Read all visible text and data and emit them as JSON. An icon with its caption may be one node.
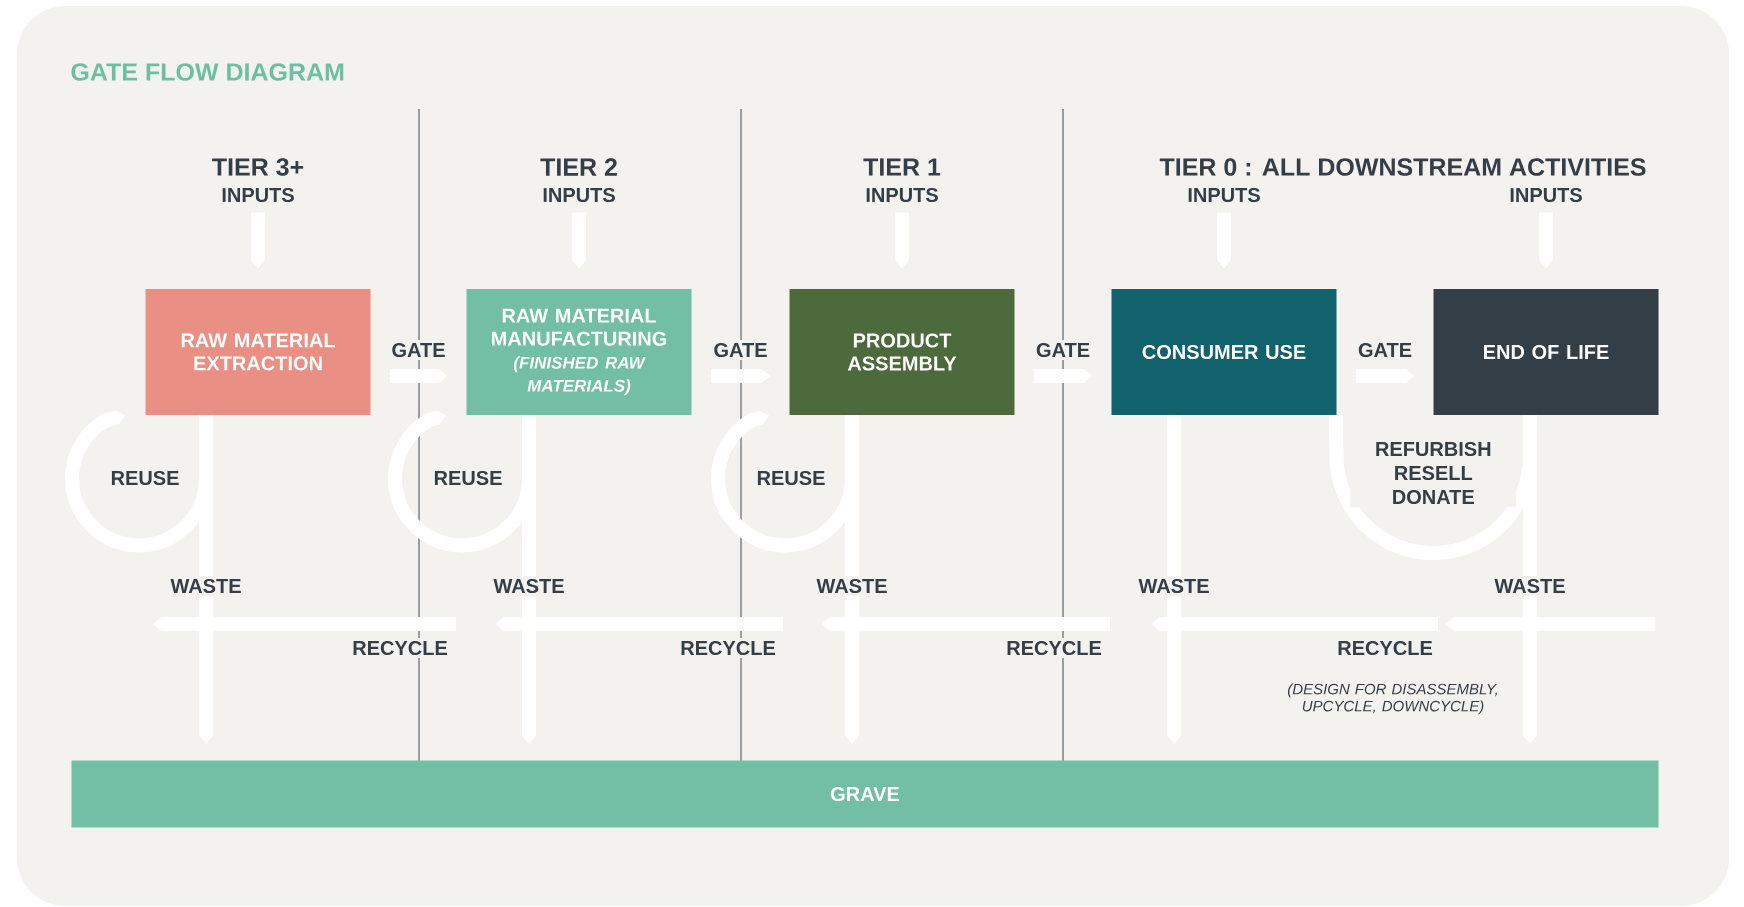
{
  "diagram": {
    "title": "GATE FLOW DIAGRAM",
    "nodes": [
      {
        "text": [
          "RAW MATERIAL EXTRACTION"
        ]
      },
      {
        "text": [
          "RAW MATERIAL MANUFACTURING",
          "(FINISHED RAW MATERIALS)"
        ]
      },
      {
        "text": [
          "PRODUCT ASSEMBLY"
        ]
      },
      {
        "text": [
          "CONSUMER USE"
        ]
      },
      {
        "text": [
          "END OF LIFE"
        ]
      },
      {
        "text": [
          "GRAVE"
        ]
      },
      {
        "text": [
          "INPUTS"
        ]
      },
      {
        "text": [
          "INPUTS"
        ]
      },
      {
        "text": [
          "INPUTS"
        ]
      },
      {
        "text": [
          "INPUTS"
        ]
      },
      {
        "text": [
          "INPUTS"
        ]
      }
    ],
    "edges": [
      {
        "from": 0,
        "to": 1,
        "arrow": "to",
        "label": "GATE"
      },
      {
        "from": 1,
        "to": 2,
        "arrow": "to",
        "label": "GATE"
      },
      {
        "from": 2,
        "to": 3,
        "arrow": "to",
        "label": "GATE"
      },
      {
        "from": 3,
        "to": 4,
        "arrow": "to",
        "label": "GATE"
      },
      {
        "from": 6,
        "to": 0,
        "arrow": "to"
      },
      {
        "from": 7,
        "to": 1,
        "arrow": "to"
      },
      {
        "from": 8,
        "to": 2,
        "arrow": "to"
      },
      {
        "from": 9,
        "to": 3,
        "arrow": "to"
      },
      {
        "from": 10,
        "to": 4,
        "arrow": "to"
      },
      {
        "from": 0,
        "to": 0,
        "arrow": "to",
        "label": "REUSE"
      },
      {
        "from": 1,
        "to": 1,
        "arrow": "to",
        "label": "REUSE"
      },
      {
        "from": 2,
        "to": 2,
        "arrow": "to",
        "label": "REUSE"
      },
      {
        "from": 4,
        "to": 3,
        "arrow": "none",
        "label": "REFURBISH RESELL DONATE"
      },
      {
        "from": 0,
        "to": 5,
        "arrow": "to",
        "label": "WASTE"
      },
      {
        "from": 1,
        "to": 5,
        "arrow": "to",
        "label": "WASTE"
      },
      {
        "from": 2,
        "to": 5,
        "arrow": "to",
        "label": "WASTE"
      },
      {
        "from": 3,
        "to": 5,
        "arrow": "to",
        "label": "WASTE"
      },
      {
        "from": 4,
        "to": 5,
        "arrow": "to",
        "label": "WASTE"
      }
    ],
    "labels": [
      "TIER 3+",
      "TIER 2",
      "TIER 1",
      "TIER 0 : ALL DOWNSTREAM ACTIVITIES",
      "RECYCLE",
      "RECYCLE",
      "RECYCLE",
      "RECYCLE",
      "(DESIGN FOR DISASSEMBLY, UPCYCLE, DOWNCYCLE)"
    ]
  }
}
